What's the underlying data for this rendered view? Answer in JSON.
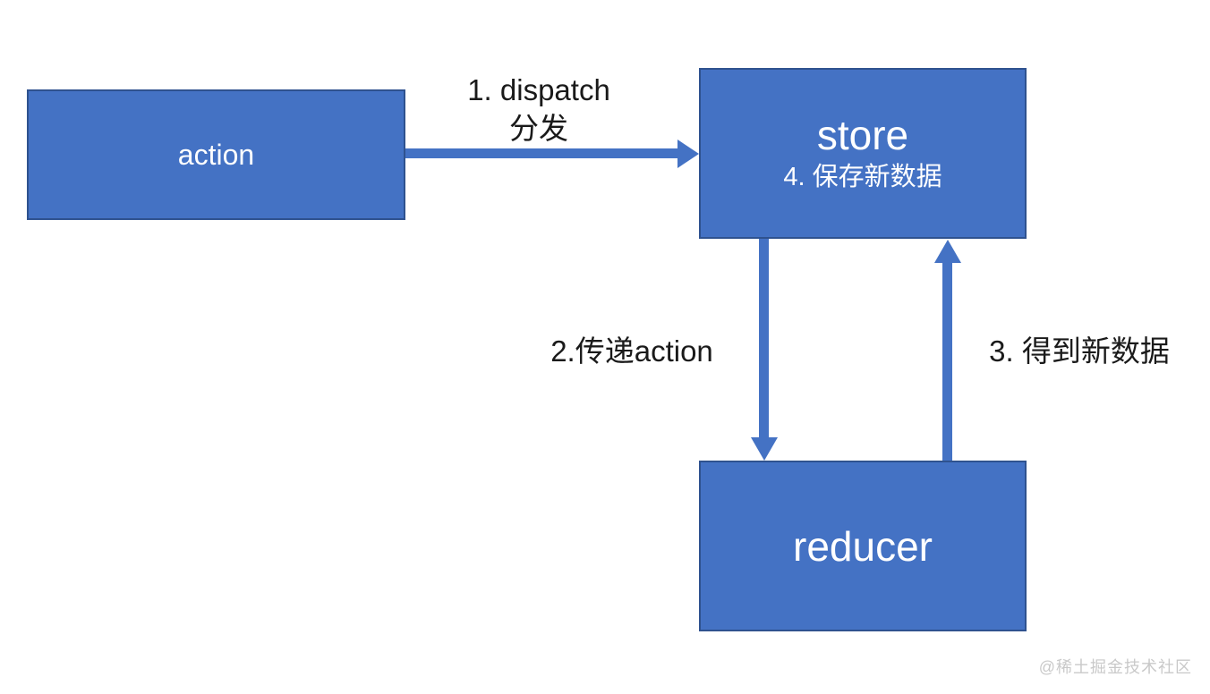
{
  "diagram": {
    "type": "flow-diagram",
    "topic": "redux data flow",
    "colors": {
      "node_fill": "#4472C4",
      "node_border": "#2F528F",
      "arrow": "#4472C4",
      "edge_label_text": "#1a1a1a",
      "node_text": "#FFFFFF",
      "watermark_text": "#C9C9C9",
      "background": "#FFFFFF"
    },
    "nodes": [
      {
        "id": "action",
        "label": "action"
      },
      {
        "id": "store",
        "label": "store",
        "sublabel": "4. 保存新数据"
      },
      {
        "id": "reducer",
        "label": "reducer"
      }
    ],
    "edges": [
      {
        "id": "dispatch",
        "from": "action",
        "to": "store",
        "direction": "right",
        "label_line1": "1. dispatch",
        "label_line2": "分发"
      },
      {
        "id": "pass-action",
        "from": "store",
        "to": "reducer",
        "direction": "down",
        "label": "2.传递action"
      },
      {
        "id": "get-new-data",
        "from": "reducer",
        "to": "store",
        "direction": "up",
        "label": "3. 得到新数据"
      }
    ]
  },
  "page": {
    "watermark": "@稀土掘金技术社区"
  }
}
